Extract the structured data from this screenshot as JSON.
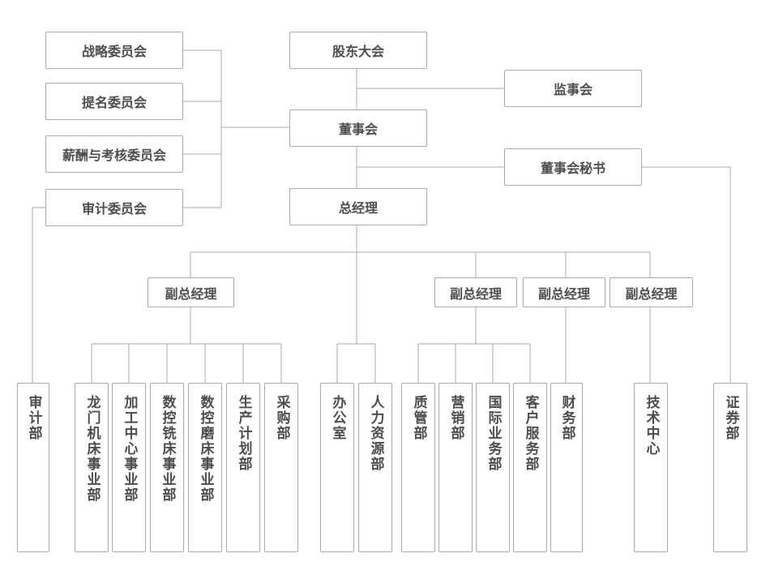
{
  "top": {
    "shareholders": "股东大会",
    "supervisors": "监事会",
    "board": "董事会",
    "secretary": "董事会秘书",
    "gm": "总经理"
  },
  "committees": {
    "strategy": "战略委员会",
    "nomination": "提名委员会",
    "compensation": "薪酬与考核委员会",
    "audit": "审计委员会"
  },
  "deputies": {
    "d1": "副总经理",
    "d2": "副总经理",
    "d3": "副总经理",
    "d4": "副总经理"
  },
  "departments": {
    "audit": "审计部",
    "gantry": "龙门机床事业部",
    "machining": "加工中心事业部",
    "cnc_milling": "数控铣床事业部",
    "cnc_grinding": "数控磨床事业部",
    "production_plan": "生产计划部",
    "procurement": "采购部",
    "office": "办公室",
    "hr": "人力资源部",
    "quality": "质管部",
    "marketing": "营销部",
    "intl_business": "国际业务部",
    "customer_service": "客户服务部",
    "finance": "财务部",
    "tech_center": "技术中心",
    "securities": "证券部"
  }
}
